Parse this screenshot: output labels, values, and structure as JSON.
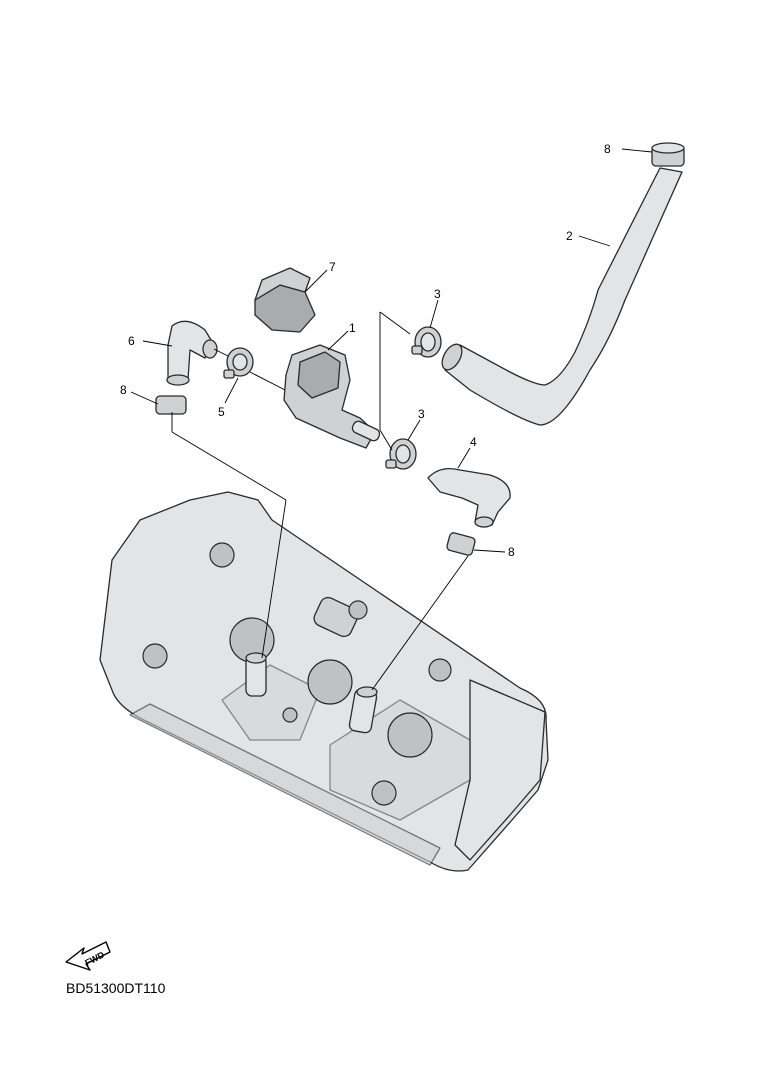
{
  "callouts": {
    "c1": "1",
    "c2": "2",
    "c3a": "3",
    "c3b": "3",
    "c4": "4",
    "c5": "5",
    "c6": "6",
    "c7": "7",
    "c8a": "8",
    "c8b": "8",
    "c8c": "8"
  },
  "fwd_arrow": {
    "label": "FWD"
  },
  "diagram_code": "BD51300DT110"
}
